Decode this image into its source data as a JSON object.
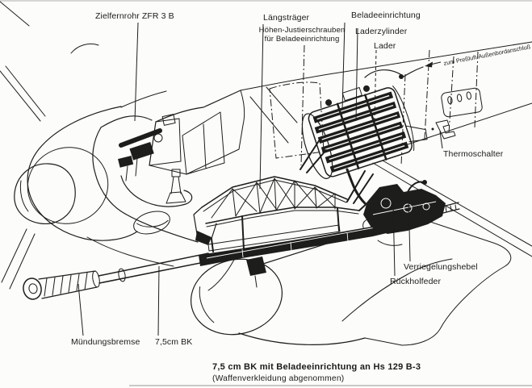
{
  "meta": {
    "description": "Technical cutaway line drawing of the 7.5 cm BK gun installation on the Henschel Hs 129 B-3",
    "paper_color": "#fcfcfa",
    "ink_color": "#1d1d1b"
  },
  "labels": {
    "zielfernrohr": "Zielfernrohr ZFR 3 B",
    "laengstraeger": "Längsträger",
    "hoehen_line1": "Höhen-Justierschrauben",
    "hoehen_line2": "für Beladeeinrichtung",
    "beladeeinrichtung": "Beladeeinrichtung",
    "laderzylinder": "Laderzylinder",
    "lader": "Lader",
    "pressluft": "zum Preßluft-Außenbordanschluß",
    "thermoschalter": "Thermoschalter",
    "verriegelungshebel": "Verriegelungshebel",
    "rueckholfeder": "Rückholfeder",
    "muendungsbremse": "Mündungsbremse",
    "bk75": "7,5cm BK"
  },
  "caption": {
    "line1": "7,5 cm BK mit Beladeeinrichtung an Hs 129 B-3",
    "line2": "(Waffenverkleidung abgenommen)"
  }
}
